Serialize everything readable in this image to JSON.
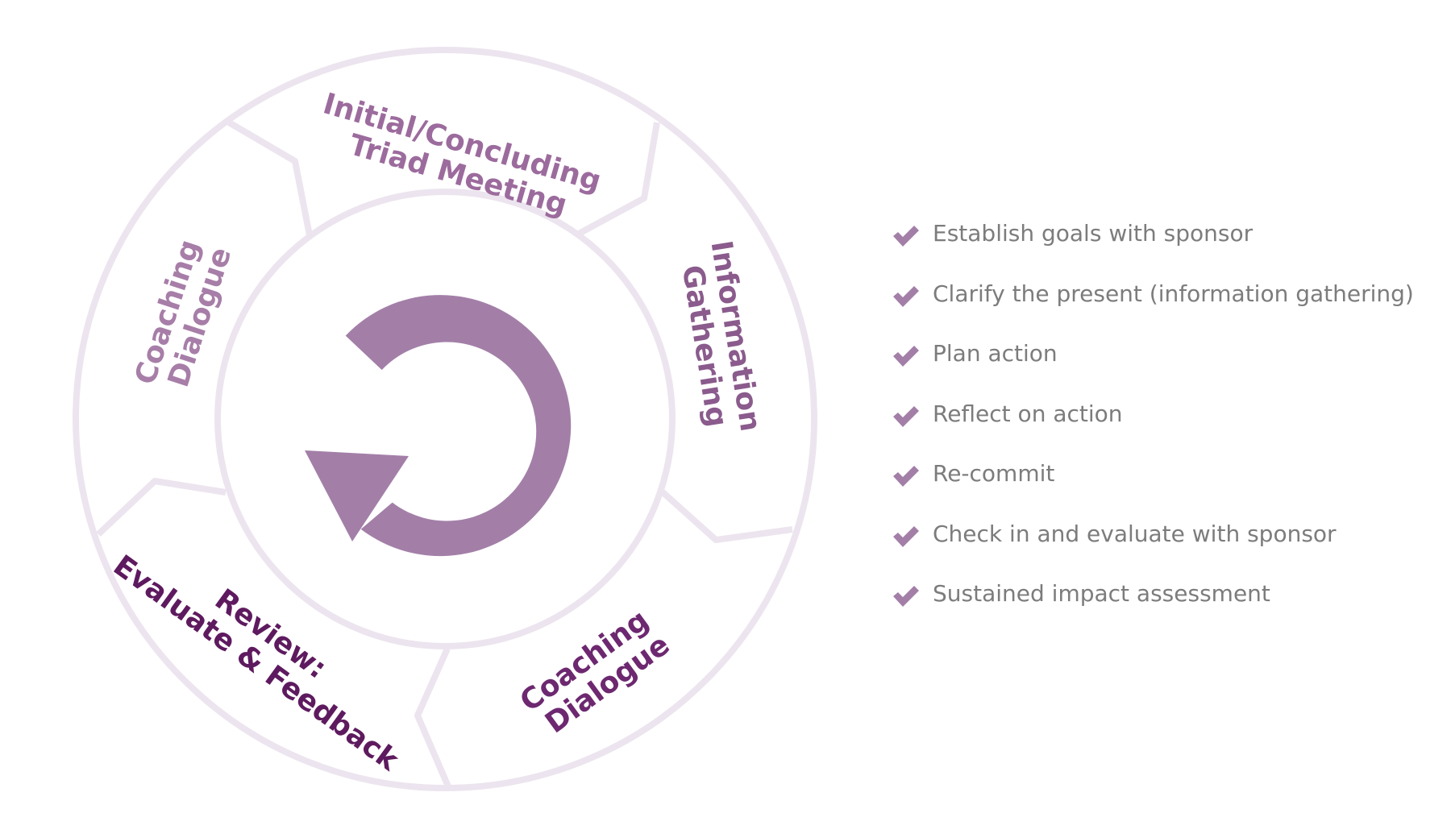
{
  "cycle": {
    "segments": [
      {
        "id": "top",
        "lines": [
          "Initial/Concluding",
          "Triad Meeting"
        ]
      },
      {
        "id": "right",
        "lines": [
          "Information",
          "Gathering"
        ]
      },
      {
        "id": "bottom-right",
        "lines": [
          "Coaching",
          "Dialogue"
        ]
      },
      {
        "id": "bottom-left",
        "lines": [
          "Review:",
          "Evaluate & Feedback"
        ]
      },
      {
        "id": "left",
        "lines": [
          "Coaching",
          "Dialogue"
        ]
      }
    ],
    "center_icon": "cycle-arrow-icon"
  },
  "checklist": {
    "icon": "checkmark-icon",
    "items": [
      "Establish goals with sponsor",
      "Clarify the present (information gathering)",
      "Plan action",
      "Reflect on action",
      "Re-commit",
      "Check in and evaluate with sponsor",
      "Sustained impact assessment"
    ]
  },
  "colors": {
    "ring_stroke": "#ece4ee",
    "arrow_fill": "#a37fa8",
    "check_fill": "#a37fa8",
    "item_text": "#7c7c7c"
  }
}
